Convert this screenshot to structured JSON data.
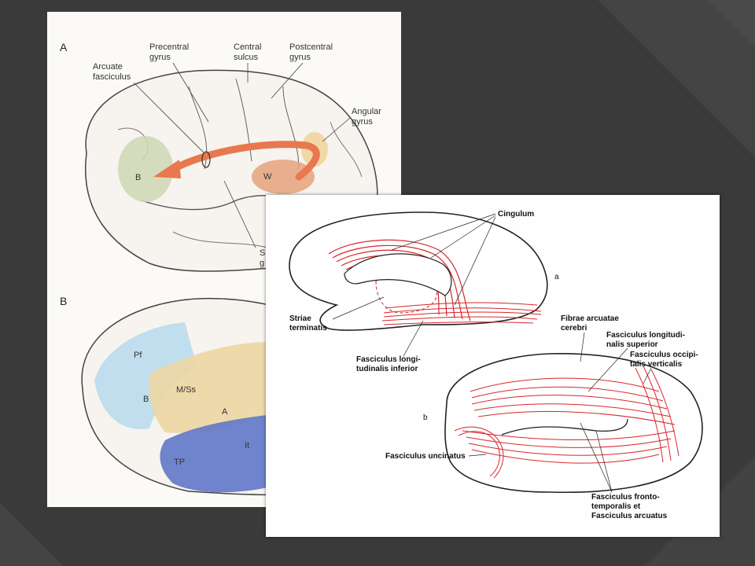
{
  "colors": {
    "background": "#3a3a3a",
    "arrow": "#e8784e",
    "fibers": "#d8262b",
    "broca": "#cfd7b5",
    "wernicke": "#e5a27c",
    "angular": "#f1d59d",
    "prefrontal": "#b9dcec",
    "motor": "#ecd6a3",
    "temporal": "#5f78c8"
  },
  "left_figure": {
    "panel_a": {
      "letter": "A",
      "labels": {
        "precentral": [
          "Precentral",
          "gyrus"
        ],
        "central": [
          "Central",
          "sulcus"
        ],
        "postcentral": [
          "Postcentral",
          "gyrus"
        ],
        "arcuate": [
          "Arcuate",
          "fasciculus"
        ],
        "angular": [
          "Angular",
          "gyrus"
        ],
        "broca": "B",
        "wernicke": "W",
        "clipped": [
          "S",
          "g"
        ]
      }
    },
    "panel_b": {
      "letter": "B",
      "labels": {
        "pf": "Pf",
        "b": "B",
        "mss": "M/Ss",
        "a": "A",
        "tp": "TP",
        "it": "It"
      }
    }
  },
  "right_figure": {
    "sub_a": "a",
    "sub_b": "b",
    "labels": {
      "cingulum": "Cingulum",
      "striae": [
        "Striae",
        "terminatis"
      ],
      "fli": [
        "Fasciculus longi-",
        "tudinalis inferior"
      ],
      "fibrae": [
        "Fibrae arcuatae",
        "cerebri"
      ],
      "fls": [
        "Fasciculus longitudi-",
        "nalis superior"
      ],
      "fov": [
        "Fasciculus occipi-",
        "talis verticalis"
      ],
      "unc": "Fasciculus uncinatus",
      "fronto": [
        "Fasciculus fronto-",
        "temporalis et",
        "Fasciculus arcuatus"
      ]
    }
  }
}
